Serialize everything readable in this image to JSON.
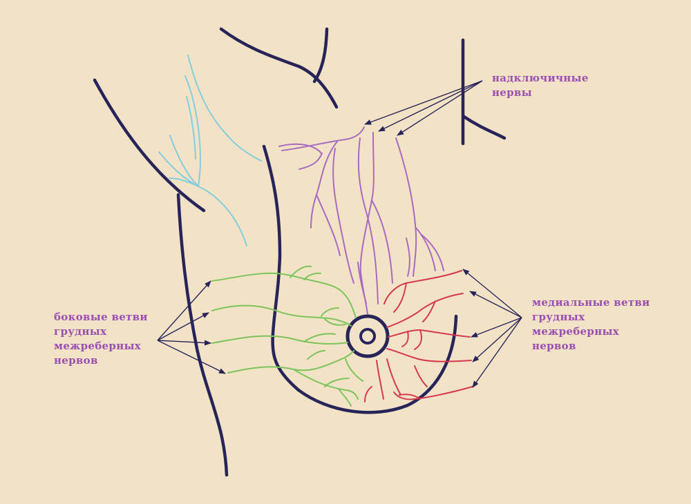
{
  "labels": {
    "supraclavicular": {
      "lines": [
        "надключичные",
        "нервы"
      ]
    },
    "lateral": {
      "lines": [
        "боковые ветви",
        "грудных",
        "межреберных",
        "нервов"
      ]
    },
    "medial": {
      "lines": [
        "медиальные ветви",
        "грудных",
        "межреберных",
        "нервов"
      ]
    }
  },
  "colors": {
    "background": "#f3e3c6",
    "outline": "#27245a",
    "label": "#9b4fb0",
    "supraclavicular_nerves": "#a66bc0",
    "lateral_nerves": "#7cc45a",
    "medial_nerves": "#d6374a",
    "axillary_nerves": "#84cde0",
    "arrows": "#27245a"
  }
}
